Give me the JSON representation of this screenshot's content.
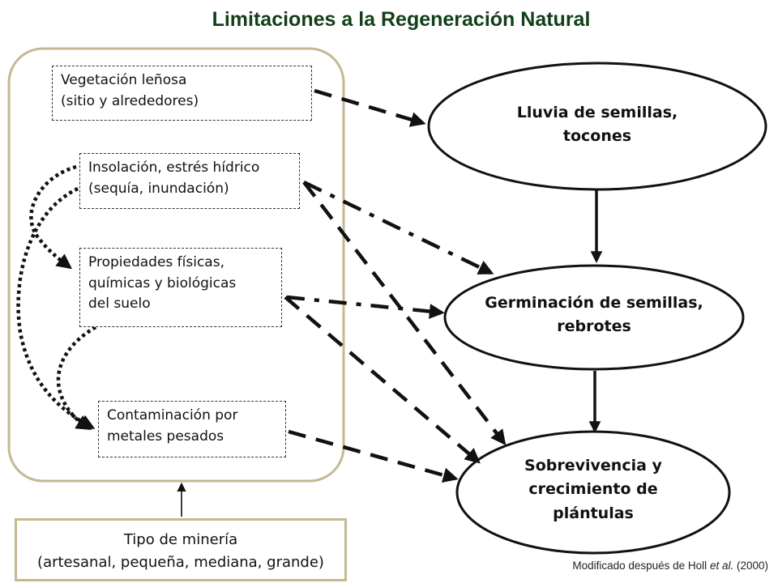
{
  "title": "Limitaciones a la Regeneración Natural",
  "constraints": {
    "vegetation": {
      "line1": "Vegetación leñosa",
      "line2": "(sitio y alrededores)"
    },
    "insolation": {
      "line1": "Insolación, estrés hídrico",
      "line2": "(sequía, inundación)"
    },
    "soil": {
      "line1": "Propiedades físicas,",
      "line2": "químicas y biológicas",
      "line3": "del suelo"
    },
    "contamination": {
      "line1": "Contaminación por",
      "line2": "metales pesados"
    }
  },
  "stages": {
    "seed_rain": {
      "line1": "Lluvia de semillas,",
      "line2": "tocones"
    },
    "germination": {
      "line1": "Germinación de semillas,",
      "line2": "rebrotes"
    },
    "survival": {
      "line1": "Sobrevivencia y",
      "line2": "crecimiento de",
      "line3": "plántulas"
    }
  },
  "mining_type": {
    "line1": "Tipo de minería",
    "line2": "(artesanal, pequeña, mediana, grande)"
  },
  "credit": {
    "prefix": "Modificado después de Holl ",
    "etal": "et al.",
    "suffix": " (2000)"
  },
  "colors": {
    "title": "#123f17",
    "group_border": "#c3b993",
    "arrow": "#111111"
  }
}
